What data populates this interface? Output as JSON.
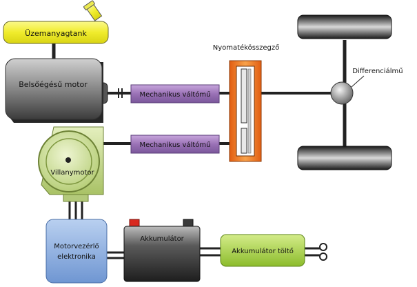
{
  "labels": {
    "fuel_tank": "Üzemanyagtank",
    "engine": "Belsőégésű motor",
    "gearbox_top": "Mechanikus váltómű",
    "gearbox_bottom": "Mechanikus váltómű",
    "torque_coupler": "Nyomatékösszegző",
    "differential": "Differenciálmű",
    "motor": "Villanymotor",
    "motor_controller_line1": "Motorvezérlő",
    "motor_controller_line2": "elektronika",
    "battery": "Akkumulátor",
    "charger": "Akkumulátor töltő"
  },
  "colors": {
    "tank": "#f2ee3c",
    "engine_dark": "#3a3a3a",
    "engine_light": "#a8a8a8",
    "gearbox": "#a07ab8",
    "coupler_outer": "#e8661c",
    "coupler_light": "#f7a44e",
    "motor": "#c8db8c",
    "controller": "#8cb0e0",
    "battery": "#2e2e2e",
    "charger": "#a8d24a",
    "wire": "#222222"
  }
}
